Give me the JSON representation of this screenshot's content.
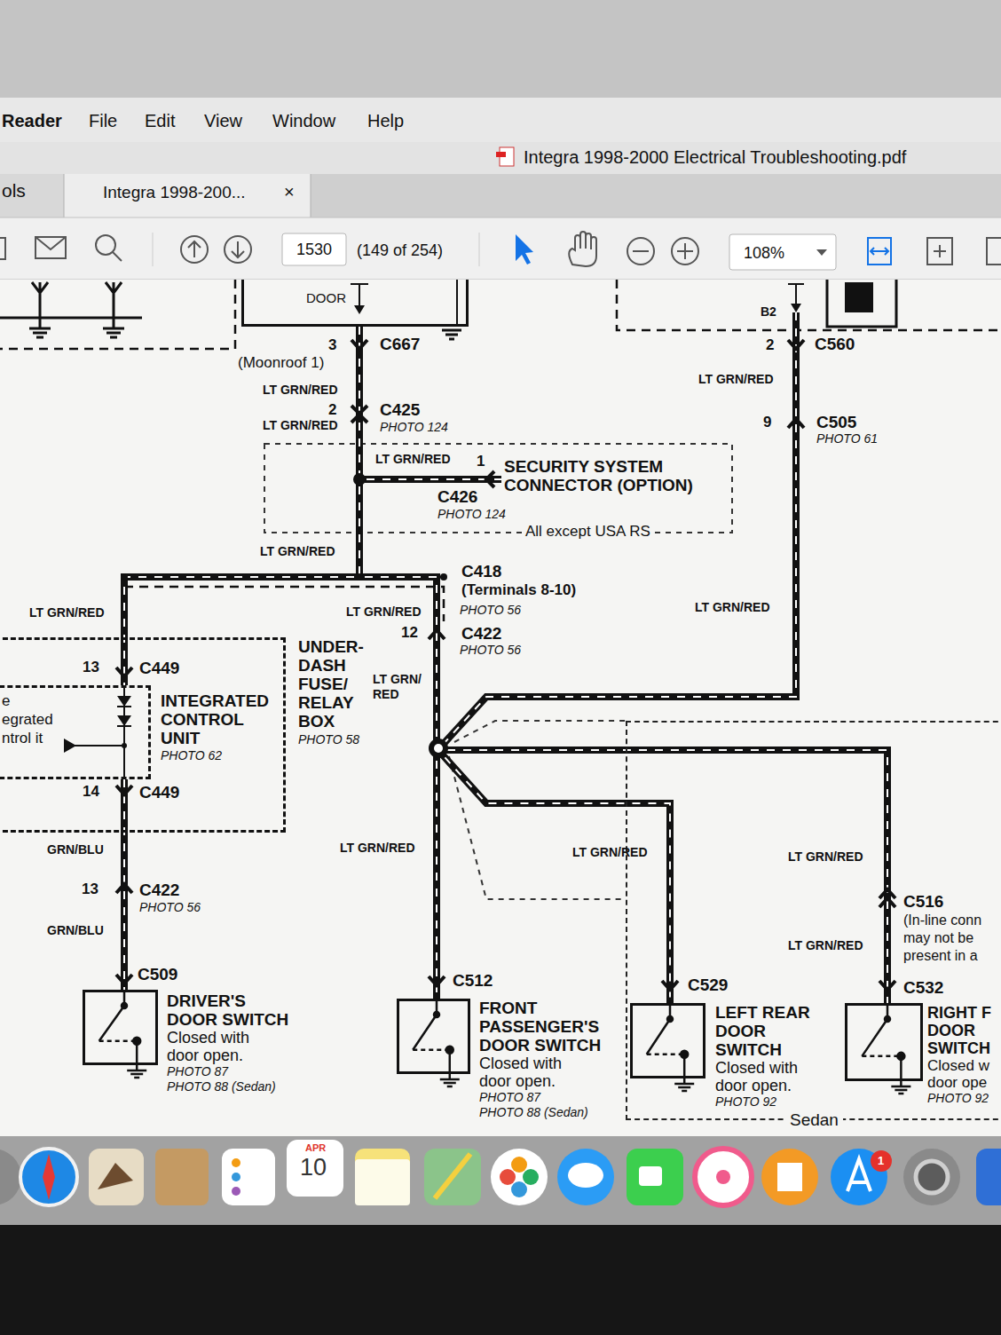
{
  "diagram": {
    "nodes": [
      {
        "text": [
          "DOOR"
        ]
      },
      {
        "text": [
          "SECURITY SYSTEM CONNECTOR (OPTION)"
        ]
      },
      {
        "text": [
          "UNDER- DASH FUSE/ RELAY BOX",
          "PHOTO 58"
        ]
      },
      {
        "text": [
          "INTEGRATED CONTROL UNIT",
          "PHOTO 62"
        ],
        "in": 2
      },
      {
        "text": [
          "DRIVER'S DOOR SWITCH",
          "Closed with door open.",
          "PHOTO 87",
          "PHOTO 88 (Sedan)"
        ]
      },
      {
        "text": [
          "FRONT PASSENGER'S DOOR SWITCH",
          "Closed with door open.",
          "PHOTO 87",
          "PHOTO 88 (Sedan)"
        ]
      },
      {
        "text": [
          "Sedan"
        ]
      },
      {
        "text": [
          "LEFT REAR DOOR SWITCH",
          "Closed with door open.",
          "PHOTO 92"
        ],
        "in": 6
      },
      {
        "text": [
          "RIGHT F DOOR SWITCH",
          "Closed w door ope",
          "PHOTO 92"
        ],
        "in": 6
      }
    ],
    "edges": [
      {
        "from": 0,
        "to": 1,
        "arrow": "none"
      },
      {
        "from": 0,
        "to": 3,
        "arrow": "none"
      },
      {
        "from": 0,
        "to": 5,
        "arrow": "none"
      },
      {
        "from": 0,
        "to": 7,
        "arrow": "none"
      },
      {
        "from": 0,
        "to": 8,
        "arrow": "none"
      },
      {
        "from": 3,
        "to": 4,
        "arrow": "none"
      }
    ],
    "labels": [
      "Reader",
      "File",
      "Edit",
      "View",
      "Window",
      "Help",
      "Integra 1998-2000 Electrical Troubleshooting.pdf",
      "ols",
      "Integra 1998-200...",
      "×",
      "1530",
      "(149 of 254)",
      "108%",
      "3",
      "C667",
      "(Moonroof 1)",
      "LT GRN/RED",
      "2",
      "C425",
      "LT GRN/RED",
      "PHOTO 124",
      "LT GRN/RED",
      "1",
      "C426",
      "PHOTO 124",
      "All except USA RS",
      "LT GRN/RED",
      "C418",
      "(Terminals 8-10)",
      "PHOTO 56",
      "LT GRN/RED",
      "LT GRN/RED",
      "12",
      "C422",
      "PHOTO 56",
      "LT GRN/ RED",
      "13",
      "C449",
      "e egrated ntrol it",
      "14",
      "C449",
      "GRN/BLU",
      "13",
      "C422",
      "PHOTO 56",
      "GRN/BLU",
      "C509",
      "LT GRN/RED",
      "C512",
      "LT GRN/RED",
      "C529",
      "LT GRN/RED",
      "C516",
      "(In-line conn may not be present in a",
      "LT GRN/RED",
      "C532",
      "B2",
      "2",
      "C560",
      "LT GRN/RED",
      "9",
      "C505",
      "PHOTO 61",
      "LT GRN/RED",
      "APR",
      "10",
      "1"
    ]
  }
}
